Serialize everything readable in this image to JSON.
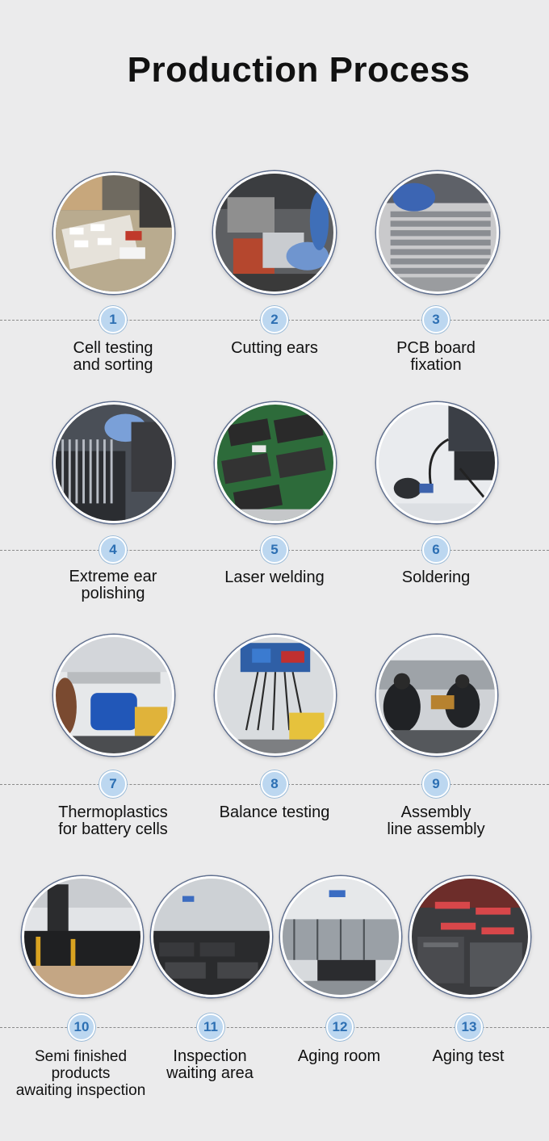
{
  "page": {
    "title": "Production Process"
  },
  "steps": [
    {
      "number": "1",
      "label": "Cell testing\nand sorting"
    },
    {
      "number": "2",
      "label": "Cutting ears"
    },
    {
      "number": "3",
      "label": "PCB board\nfixation"
    },
    {
      "number": "4",
      "label": "Extreme ear\npolishing"
    },
    {
      "number": "5",
      "label": "Laser welding"
    },
    {
      "number": "6",
      "label": "Soldering"
    },
    {
      "number": "7",
      "label": "Thermoplastics\nfor battery cells"
    },
    {
      "number": "8",
      "label": "Balance testing"
    },
    {
      "number": "9",
      "label": "Assembly\nline assembly"
    },
    {
      "number": "10",
      "label": "Semi finished\nproducts\nawaiting inspection"
    },
    {
      "number": "11",
      "label": "Inspection\nwaiting area"
    },
    {
      "number": "12",
      "label": "Aging room"
    },
    {
      "number": "13",
      "label": "Aging test"
    }
  ],
  "colors": {
    "accent": "#2c6fb3",
    "badge": "#bcd7f0",
    "background": "#ebebec"
  }
}
